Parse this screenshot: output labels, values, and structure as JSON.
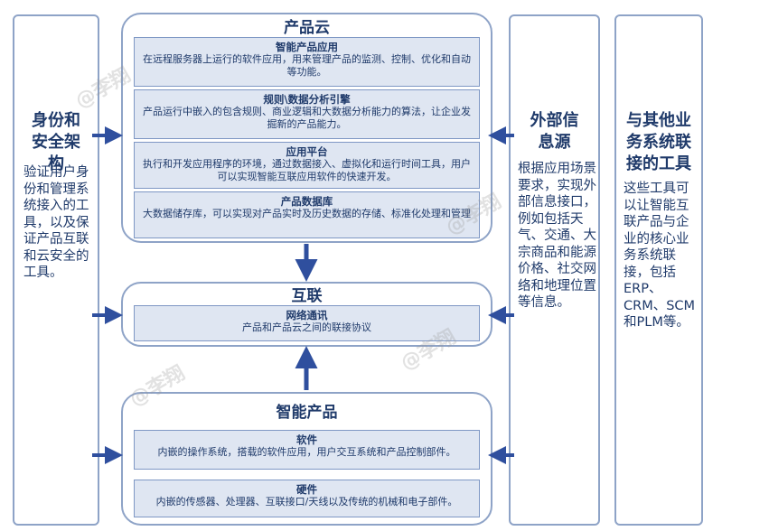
{
  "left_column": {
    "title": "身份和安全架构",
    "description": "验证用户身份和管理系统接入的工具，以及保证产品互联和云安全的工具。"
  },
  "external_column": {
    "title": "外部信息源",
    "description": "根据应用场景要求，实现外部信息接口，例如包括天气、交通、大宗商品和能源价格、社交网络和地理位置等信息。"
  },
  "other_column": {
    "title": "与其他业务系统联接的工具",
    "description": "这些工具可以让智能互联产品与企业的核心业务系统联接，包括 ERP、CRM、SCM和PLM等。"
  },
  "product_cloud": {
    "title": "产品云",
    "items": [
      {
        "title": "智能产品应用",
        "desc": "在远程服务器上运行的软件应用，用来管理产品的监测、控制、优化和自动等功能。"
      },
      {
        "title": "规则\\数据分析引擎",
        "desc": "产品运行中嵌入的包含规则、商业逻辑和大数据分析能力的算法，让企业发掘新的产品能力。"
      },
      {
        "title": "应用平台",
        "desc": "执行和开发应用程序的环境，通过数据接入、虚拟化和运行时间工具，用户可以实现智能互联应用软件的快速开发。"
      },
      {
        "title": "产品数据库",
        "desc": "大数据储存库，可以实现对产品实时及历史数据的存储、标准化处理和管理"
      }
    ]
  },
  "connectivity": {
    "title": "互联",
    "items": [
      {
        "title": "网络通讯",
        "desc": "产品和产品云之间的联接协议"
      }
    ]
  },
  "smart_product": {
    "title": "智能产品",
    "items": [
      {
        "title": "软件",
        "desc": "内嵌的操作系统，搭载的软件应用，用户交互系统和产品控制部件。"
      },
      {
        "title": "硬件",
        "desc": "内嵌的传感器、处理器、互联接口/天线以及传统的机械和电子部件。"
      }
    ]
  },
  "watermark_text": "@李翔",
  "colors": {
    "border": "#8ea3c7",
    "arrow": "#2f4f9e",
    "item_bg": "#dfe6f2",
    "text": "#1f3a6a"
  }
}
